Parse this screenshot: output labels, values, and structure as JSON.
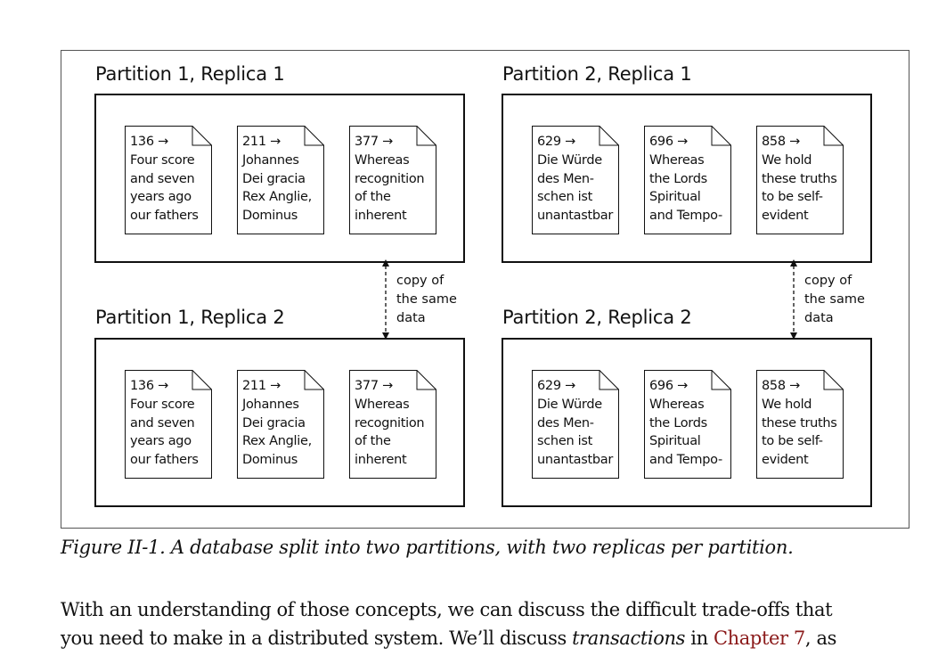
{
  "figure": {
    "replicas": [
      {
        "title": "Partition 1, Replica 1",
        "docs": [
          {
            "key": "136",
            "arrow": "→",
            "text": "Four score\nand seven\nyears ago\nour fathers"
          },
          {
            "key": "211",
            "arrow": "→",
            "text": "Johannes\nDei gracia\nRex Anglie,\nDominus"
          },
          {
            "key": "377",
            "arrow": "→",
            "text": "Whereas\nrecognition\nof the\ninherent"
          }
        ]
      },
      {
        "title": "Partition 2, Replica 1",
        "docs": [
          {
            "key": "629",
            "arrow": "→",
            "text": "Die Würde\ndes Men-\nschen ist\nunantastbar"
          },
          {
            "key": "696",
            "arrow": "→",
            "text": "Whereas\nthe Lords\nSpiritual\nand Tempo-"
          },
          {
            "key": "858",
            "arrow": "→",
            "text": "We hold\nthese truths\nto be self-\nevident"
          }
        ]
      },
      {
        "title": "Partition 1, Replica 2",
        "docs": [
          {
            "key": "136",
            "arrow": "→",
            "text": "Four score\nand seven\nyears ago\nour fathers"
          },
          {
            "key": "211",
            "arrow": "→",
            "text": "Johannes\nDei gracia\nRex Anglie,\nDominus"
          },
          {
            "key": "377",
            "arrow": "→",
            "text": "Whereas\nrecognition\nof the\ninherent"
          }
        ]
      },
      {
        "title": "Partition 2, Replica 2",
        "docs": [
          {
            "key": "629",
            "arrow": "→",
            "text": "Die Würde\ndes Men-\nschen ist\nunantastbar"
          },
          {
            "key": "696",
            "arrow": "→",
            "text": "Whereas\nthe Lords\nSpiritual\nand Tempo-"
          },
          {
            "key": "858",
            "arrow": "→",
            "text": "We hold\nthese truths\nto be self-\nevident"
          }
        ]
      }
    ],
    "copy_label_left": "copy of\nthe same\ndata",
    "copy_label_right": "copy of\nthe same\ndata"
  },
  "caption": "Figure II-1. A database split into two partitions, with two replicas per partition.",
  "body": {
    "line1": "With an understanding of those concepts, we can discuss the difficult trade-offs that",
    "line2_a": "you need to make in a distributed system. We’ll discuss ",
    "line2_em": "transactions",
    "line2_b": " in ",
    "line2_link": "Chapter 7",
    "line2_c": ", as"
  },
  "colors": {
    "text": "#111111",
    "link": "#8b1a1a"
  }
}
